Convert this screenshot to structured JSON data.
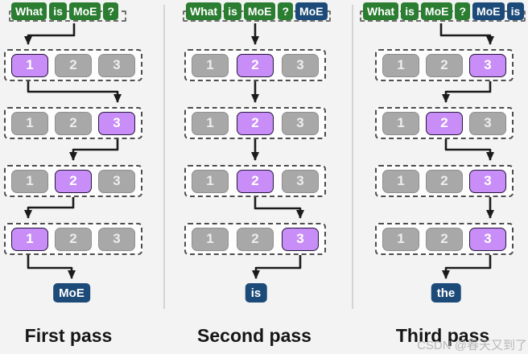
{
  "experts": [
    "1",
    "2",
    "3"
  ],
  "columns": [
    {
      "label": "First pass",
      "prompt": [
        "What",
        "is",
        "MoE",
        "?"
      ],
      "generated": [],
      "active_experts": [
        1,
        3,
        2,
        1
      ],
      "output": "MoE"
    },
    {
      "label": "Second pass",
      "prompt": [
        "What",
        "is",
        "MoE",
        "?"
      ],
      "generated": [
        "MoE"
      ],
      "active_experts": [
        2,
        2,
        2,
        3
      ],
      "output": "is"
    },
    {
      "label": "Third pass",
      "prompt": [
        "What",
        "is",
        "MoE",
        "?"
      ],
      "generated": [
        "MoE",
        "is"
      ],
      "active_experts": [
        3,
        2,
        3,
        3
      ],
      "output": "the"
    }
  ],
  "watermark": "CSDN @春天又到了",
  "colors": {
    "prompt_token": "#2b7d31",
    "generated_token": "#1d4b79",
    "active_expert": "#c88df7",
    "inactive_expert": "#a8a8a8"
  }
}
